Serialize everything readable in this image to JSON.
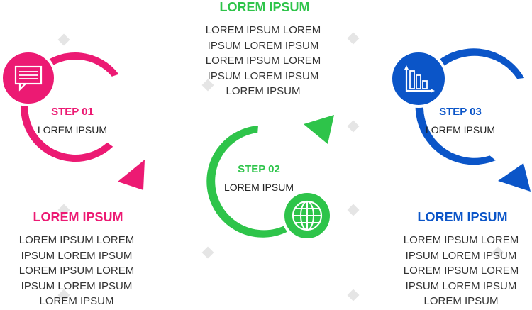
{
  "colors": {
    "pink": "#ec1a73",
    "green": "#2ec44a",
    "blue": "#0b55c8",
    "text": "#333333"
  },
  "steps": [
    {
      "label": "STEP 01",
      "sub": "LOREM IPSUM",
      "icon": "chat-icon"
    },
    {
      "label": "STEP 02",
      "sub": "LOREM IPSUM",
      "icon": "globe-icon"
    },
    {
      "label": "STEP 03",
      "sub": "LOREM IPSUM",
      "icon": "bar-chart-icon"
    }
  ],
  "blocks": [
    {
      "title": "LOREM IPSUM",
      "lines": [
        "LOREM IPSUM LOREM",
        "IPSUM  LOREM IPSUM",
        "LOREM IPSUM LOREM",
        "IPSUM LOREM IPSUM",
        "LOREM IPSUM"
      ]
    },
    {
      "title": "LOREM IPSUM",
      "lines": [
        "LOREM IPSUM LOREM",
        "IPSUM  LOREM IPSUM",
        "LOREM IPSUM LOREM",
        "IPSUM LOREM IPSUM",
        "LOREM IPSUM"
      ]
    },
    {
      "title": "LOREM IPSUM",
      "lines": [
        "LOREM IPSUM LOREM",
        "IPSUM  LOREM IPSUM",
        "LOREM IPSUM LOREM",
        "IPSUM LOREM IPSUM",
        "LOREM IPSUM"
      ]
    }
  ]
}
